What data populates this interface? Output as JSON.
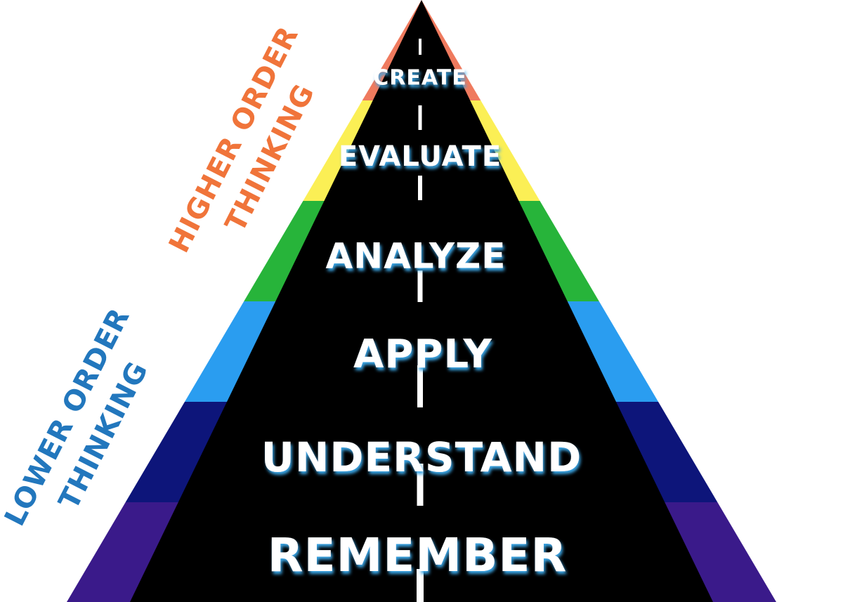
{
  "levels": [
    {
      "label": "CREATE",
      "color": "#ef7a5e"
    },
    {
      "label": "EVALUATE",
      "color": "#fbef55"
    },
    {
      "label": "ANALYZE",
      "color": "#27b43a"
    },
    {
      "label": "APPLY",
      "color": "#2a9df0"
    },
    {
      "label": "UNDERSTAND",
      "color": "#0d157a"
    },
    {
      "label": "REMEMBER",
      "color": "#3a1a8a"
    }
  ],
  "higher_order": {
    "line1": "HIGHER ORDER",
    "line2": "THINKING",
    "color": "#f0743a"
  },
  "lower_order": {
    "line1": "LOWER ORDER",
    "line2": "THINKING",
    "color": "#2277bd"
  },
  "colors": {
    "pyramid_fill": "#000000",
    "road_line": "#ffffff",
    "text_glow": "#3aa6e6",
    "background": "#ffffff"
  }
}
